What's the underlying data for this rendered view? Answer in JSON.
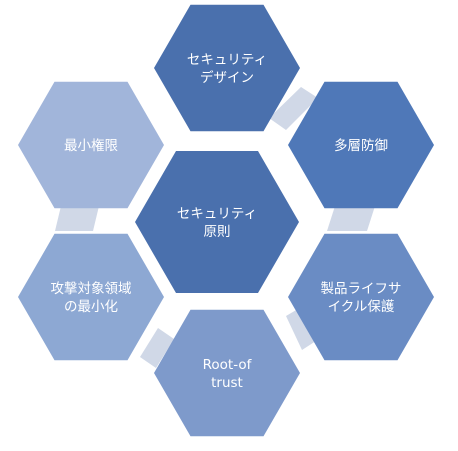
{
  "center": {
    "lines": [
      "セキュリティ",
      "原則"
    ],
    "color": "#4a70ad"
  },
  "nodes": [
    {
      "id": "security-design",
      "lines": [
        "セキュリティ",
        "デザイン"
      ],
      "color": "#4a70ad"
    },
    {
      "id": "defense-in-depth",
      "lines": [
        "多層防御"
      ],
      "color": "#4f78b8"
    },
    {
      "id": "lifecycle-protection",
      "lines": [
        "製品ライフサ",
        "イクル保護"
      ],
      "color": "#6a8cc4"
    },
    {
      "id": "root-of-trust",
      "lines": [
        "Root-of",
        "trust"
      ],
      "color": "#7e9acb"
    },
    {
      "id": "attack-surface-minimization",
      "lines": [
        "攻撃対象領域",
        "の最小化"
      ],
      "color": "#8da8d3"
    },
    {
      "id": "least-privilege",
      "lines": [
        "最小権限"
      ],
      "color": "#a1b5da"
    }
  ],
  "connector_color": "#d0d8e7"
}
